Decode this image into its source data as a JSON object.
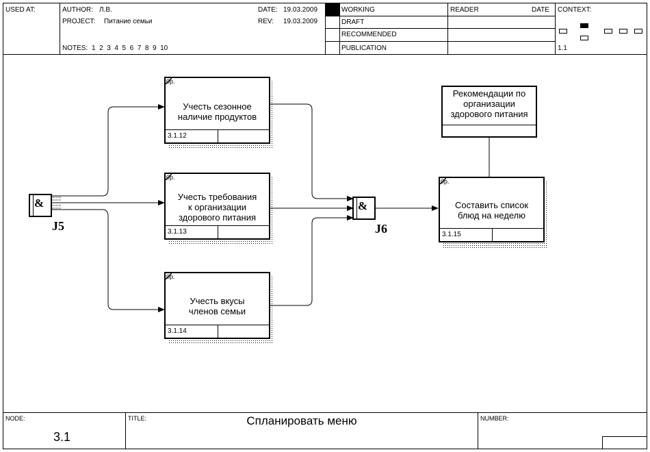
{
  "header": {
    "used_at_label": "USED AT:",
    "author_label": "AUTHOR:",
    "author_value": "Л.В.",
    "project_label": "PROJECT:",
    "project_value": "Питание семьи",
    "date_label": "DATE:",
    "date_value": "19.03.2009",
    "rev_label": "REV:",
    "rev_value": "19.03.2009",
    "notes_label": "NOTES:",
    "notes_value": "1  2  3  4  5  6  7  8  9  10",
    "status_items": [
      "WORKING",
      "DRAFT",
      "RECOMMENDED",
      "PUBLICATION"
    ],
    "status_active": "WORKING",
    "reader_label": "READER",
    "reader_date_label": "DATE",
    "context_label": "CONTEXT:",
    "context_node": "1.1"
  },
  "diagram": {
    "boxes": [
      {
        "id": "b1",
        "name": "Учесть сезонное наличие продуктов",
        "number": "3.1.12",
        "cost": "0р."
      },
      {
        "id": "b2",
        "name": "Учесть требования к организации здорового питания",
        "number": "3.1.13",
        "cost": "0р."
      },
      {
        "id": "b3",
        "name": "Учесть вкусы членов семьи",
        "number": "3.1.14",
        "cost": "0р."
      },
      {
        "id": "b4",
        "name": "Составить список блюд на неделю",
        "number": "3.1.15",
        "cost": "0р."
      }
    ],
    "reference_box": "Рекомендации по организации здорового питания",
    "junctions": [
      {
        "id": "J5",
        "symbol": "&"
      },
      {
        "id": "J6",
        "symbol": "&"
      }
    ]
  },
  "footer": {
    "node_label": "NODE:",
    "node_value": "3.1",
    "title_label": "TITLE:",
    "title_value": "Спланировать меню",
    "number_label": "NUMBER:"
  },
  "colors": {
    "line": "#000000",
    "background": "#ffffff"
  }
}
